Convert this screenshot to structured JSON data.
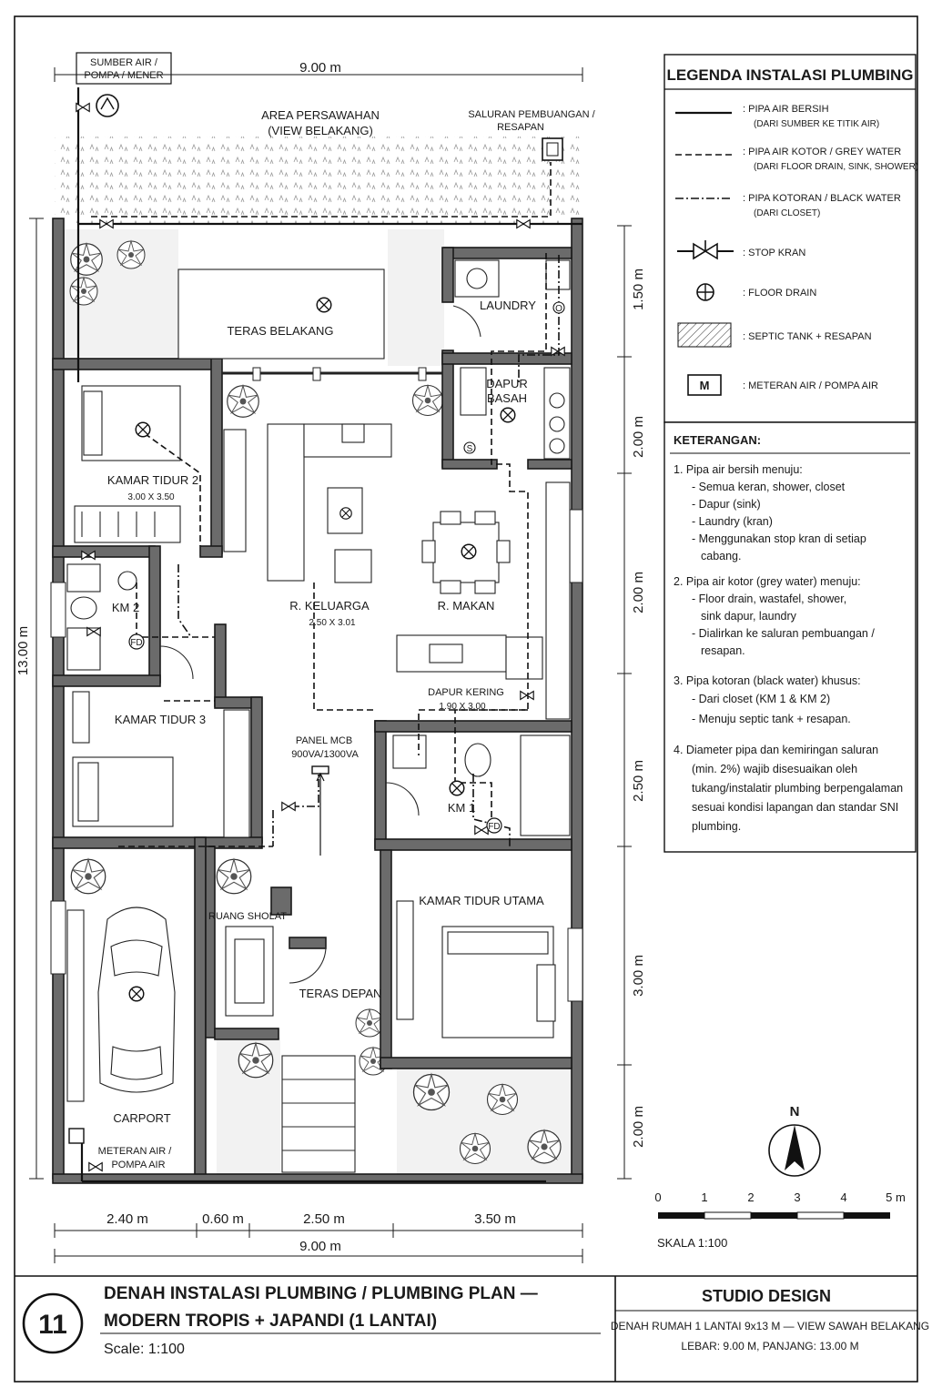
{
  "sheet": {
    "number": "11",
    "title_line1": "DENAH INSTALASI PLUMBING / PLUMBING PLAN —",
    "title_line2": "MODERN TROPIS + JAPANDI (1 LANTAI)",
    "scale_text": "Scale: 1:100",
    "studio": "STUDIO DESIGN",
    "subtitle": "DENAH RUMAH 1 LANTAI 9x13 M — VIEW SAWAH BELAKANG",
    "size": "LEBAR: 9.00 M, PANJANG: 13.00 M"
  },
  "labels": {
    "sumber_air_1": "SUMBER AIR /",
    "sumber_air_2": "POMPA / MENER",
    "area_1": "AREA PERSAWAHAN",
    "area_2": "(VIEW BELAKANG)",
    "saluran_1": "SALURAN PEMBUANGAN /",
    "saluran_2": "RESAPAN",
    "teras_belakang": "TERAS BELAKANG",
    "laundry": "LAUNDRY",
    "dapur_basah_1": "DAPUR",
    "dapur_basah_2": "BASAH",
    "kamar_tidur_2": "KAMAR TIDUR 2",
    "kamar_tidur_2_size": "3.00 X 3.50",
    "km2": "KM 2",
    "r_keluarga": "R. KELUARGA",
    "r_keluarga_size": "2.50 X 3.01",
    "r_makan": "R. MAKAN",
    "dapur_kering": "DAPUR KERING",
    "dapur_kering_size": "1.90 X 3.00",
    "kamar_tidur_3": "KAMAR TIDUR 3",
    "panel_1": "PANEL MCB",
    "panel_2": "900VA/1300VA",
    "km1": "KM 1",
    "kamar_utama": "KAMAR TIDUR UTAMA",
    "ruang_sholat": "RUANG SHOLAT",
    "teras_depan": "TERAS DEPAN",
    "carport": "CARPORT",
    "meteran_1": "METERAN AIR /",
    "meteran_2": "POMPA AIR"
  },
  "dimensions": {
    "top": "9.00 m",
    "bottom_total": "9.00 m",
    "left": "13.00 m",
    "bottom_parts": [
      "2.40 m",
      "0.60 m",
      "2.50 m",
      "3.50 m"
    ],
    "right_parts": [
      "1.50 m",
      "2.00 m",
      "2.00 m",
      "2.50 m",
      "3.00 m",
      "2.00 m"
    ]
  },
  "legend": {
    "title": "LEGENDA INSTALASI PLUMBING",
    "items": [
      {
        "line1": ": PIPA AIR BERSIH",
        "line2": "(DARI SUMBER KE TITIK AIR)"
      },
      {
        "line1": ": PIPA AIR KOTOR / GREY WATER",
        "line2": "(DARI FLOOR DRAIN, SINK, SHOWER)"
      },
      {
        "line1": ": PIPA KOTORAN / BLACK WATER",
        "line2": "(DARI CLOSET)"
      },
      {
        "line1": ": STOP KRAN",
        "line2": ""
      },
      {
        "line1": ": FLOOR DRAIN",
        "line2": ""
      },
      {
        "line1": ": SEPTIC TANK + RESAPAN",
        "line2": ""
      },
      {
        "line1": ": METERAN AIR / POMPA AIR",
        "line2": ""
      }
    ],
    "meter_symbol": "M"
  },
  "notes": {
    "title": "KETERANGAN:",
    "lines": [
      "1.  Pipa air bersih menuju:",
      "- Semua keran, shower, closet",
      "- Dapur (sink)",
      "- Laundry (kran)",
      "- Menggunakan stop kran di setiap",
      "cabang.",
      "2.  Pipa air kotor (grey water) menuju:",
      "- Floor drain, wastafel, shower,",
      "sink dapur, laundry",
      "- Dialirkan ke saluran pembuangan /",
      "resapan.",
      "3.  Pipa kotoran (black water) khusus:",
      "- Dari closet (KM 1 & KM 2)",
      "- Menuju septic tank + resapan.",
      "4.  Diameter pipa dan kemiringan saluran",
      "(min. 2%) wajib disesuaikan oleh",
      "tukang/instalatir plumbing berpengalaman",
      "sesuai kondisi lapangan dan standar SNI",
      "plumbing."
    ]
  },
  "north": "N",
  "scalebar": {
    "ticks": [
      "0",
      "1",
      "2",
      "3",
      "4",
      "5 m"
    ],
    "label": "SKALA  1:100"
  },
  "symbols": {
    "fd": "FD",
    "s": "S",
    "o": "O"
  }
}
